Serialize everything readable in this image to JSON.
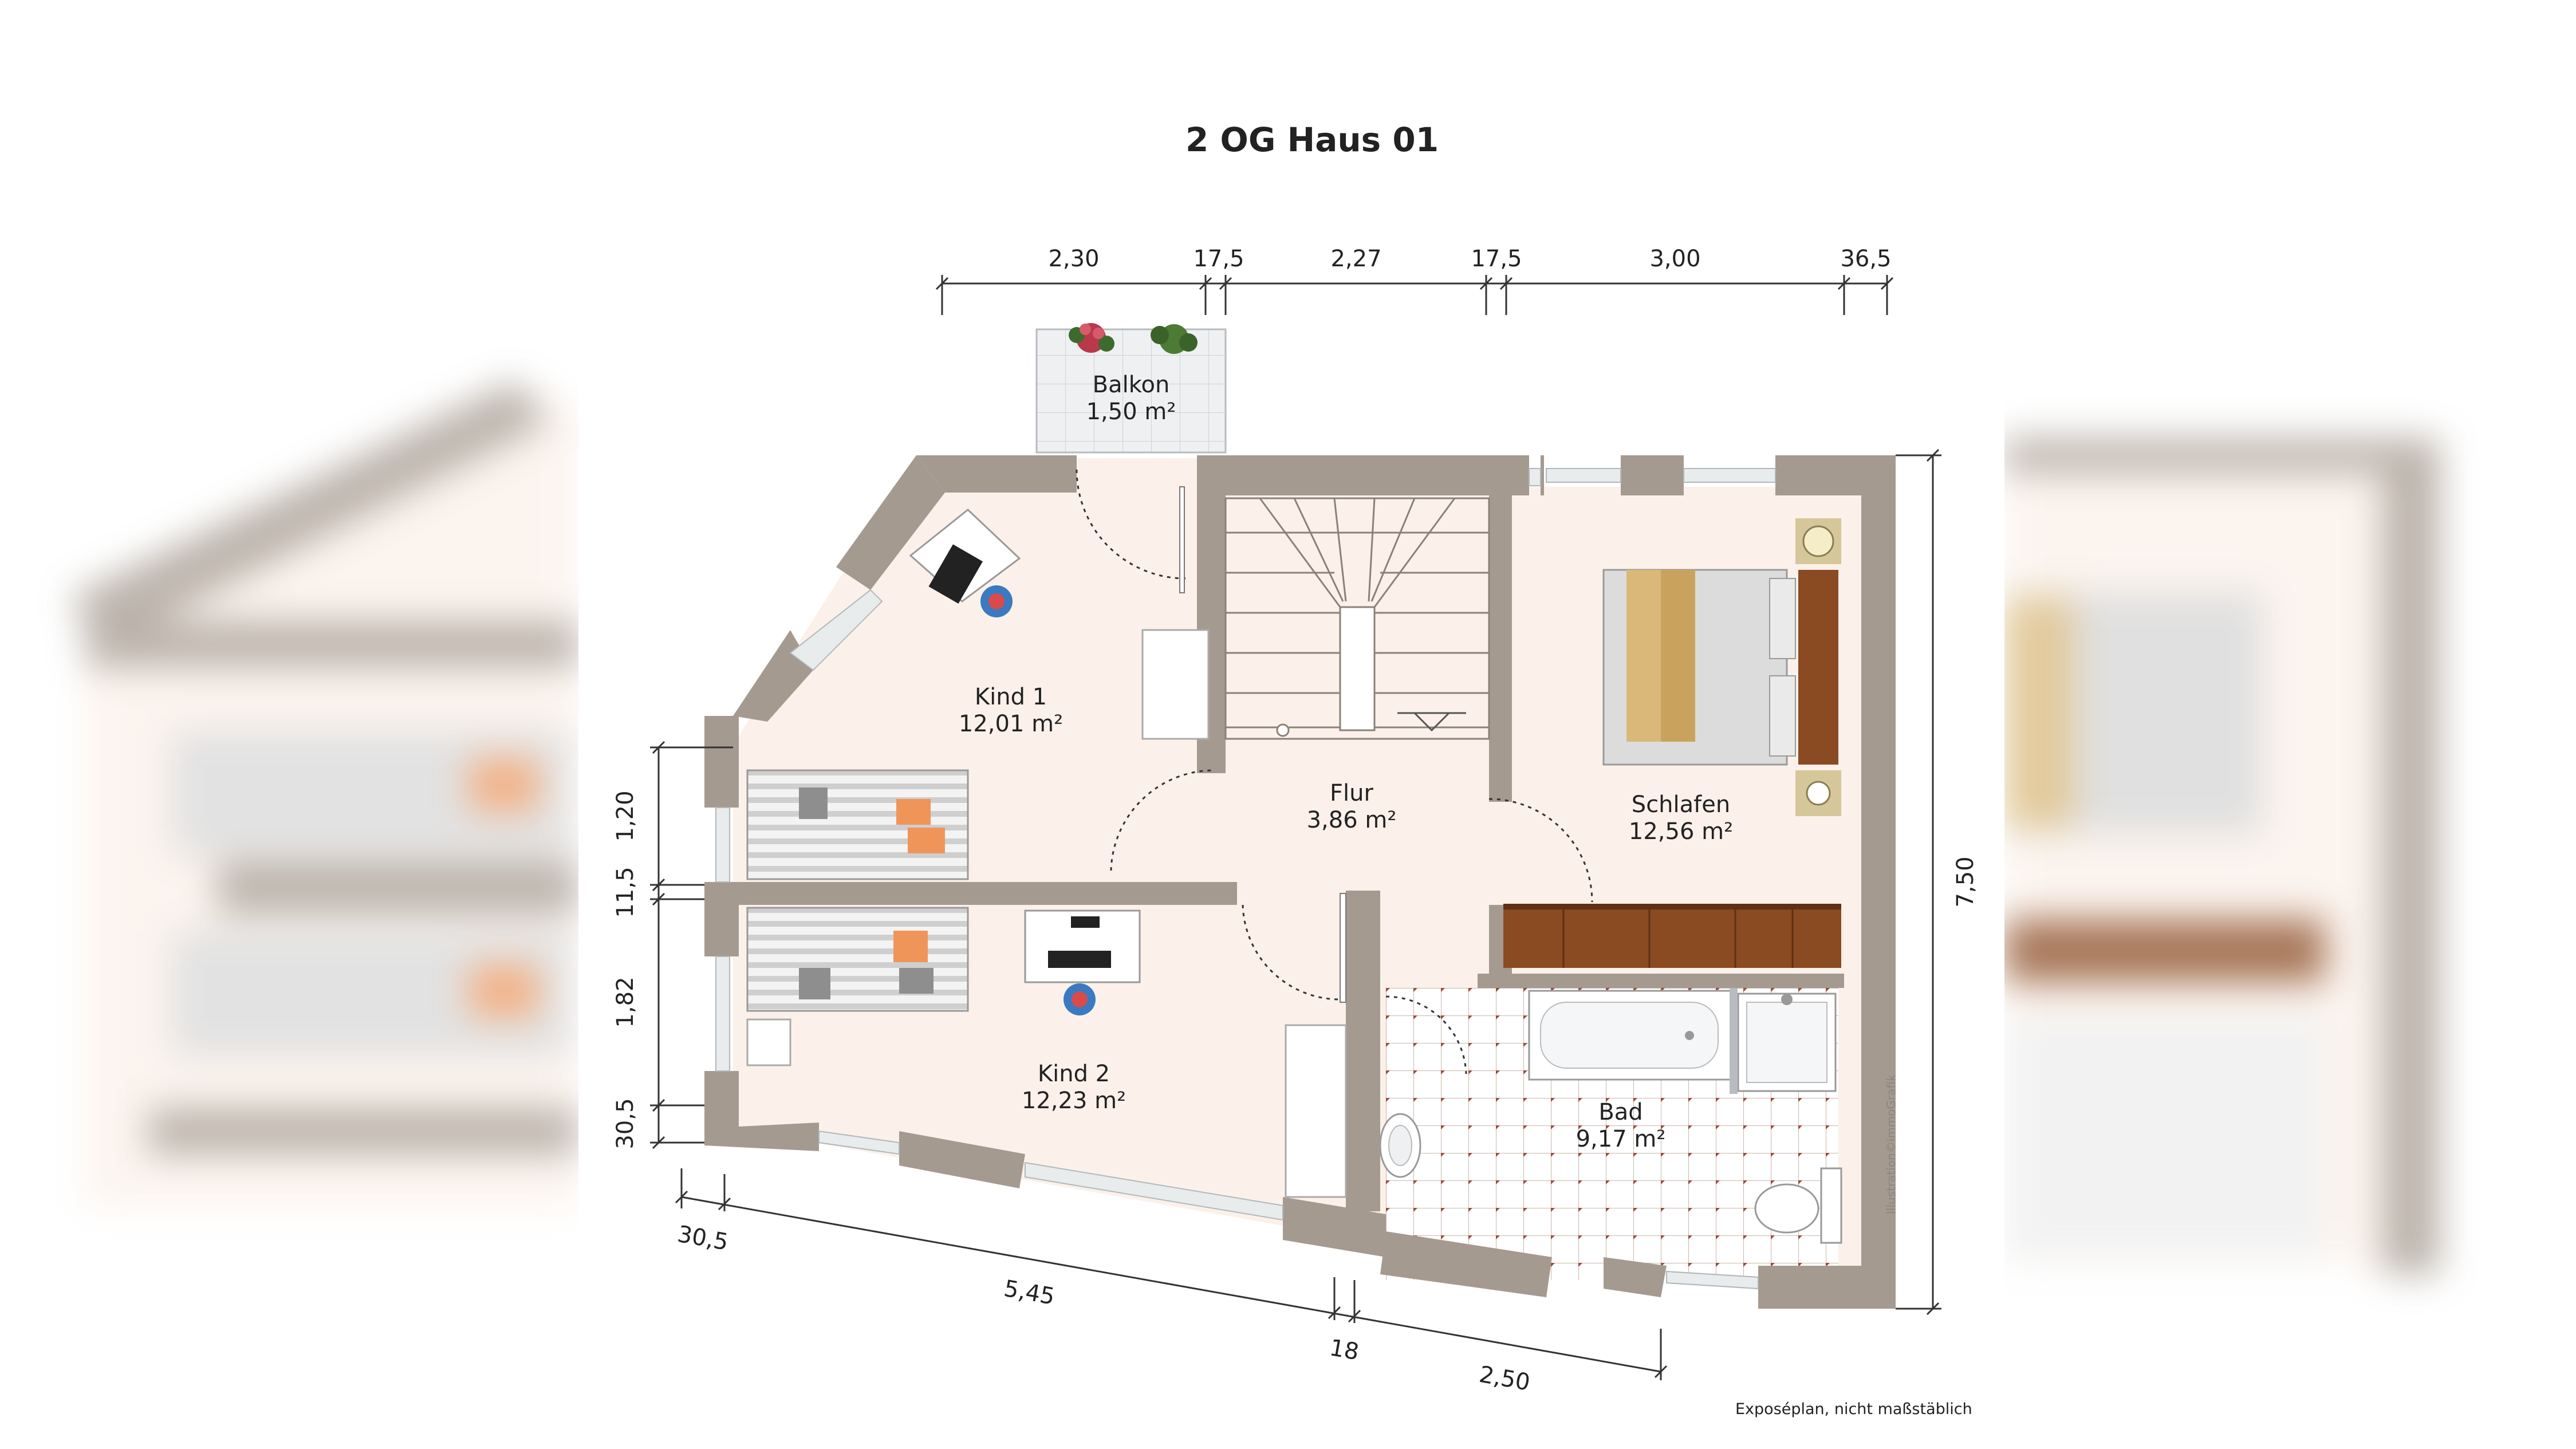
{
  "title": "2 OG Haus 01",
  "footnote": "Exposéplan, nicht maßstäblich",
  "credit": "Illustration©immoGrafik",
  "colors": {
    "wall": "#a59a90",
    "floor": "#fbf1ea",
    "window": "#e9ecec",
    "text": "#222222",
    "wardrobe": "#8a4a22",
    "bed_blanket": "#d9b879",
    "pillow_orange": "#f0955a"
  },
  "rooms": [
    {
      "name": "Balkon",
      "area": "1,50 m²"
    },
    {
      "name": "Kind 1",
      "area": "12,01 m²"
    },
    {
      "name": "Flur",
      "area": "3,86 m²"
    },
    {
      "name": "Schlafen",
      "area": "12,56 m²"
    },
    {
      "name": "Kind 2",
      "area": "12,23 m²"
    },
    {
      "name": "Bad",
      "area": "9,17 m²"
    }
  ],
  "dimensions": {
    "top": [
      "2,30",
      "17,5",
      "2,27",
      "17,5",
      "3,00",
      "36,5"
    ],
    "left": [
      "1,20",
      "11,5",
      "1,82",
      "30,5"
    ],
    "right": [
      "7,50"
    ],
    "bottom": [
      "30,5",
      "5,45",
      "18",
      "2,50"
    ]
  },
  "icons": [
    "stair-icon",
    "bed-icon",
    "desk-icon",
    "bathtub-icon",
    "shower-icon",
    "toilet-icon",
    "sink-icon",
    "plant-icon",
    "lamp-icon"
  ]
}
